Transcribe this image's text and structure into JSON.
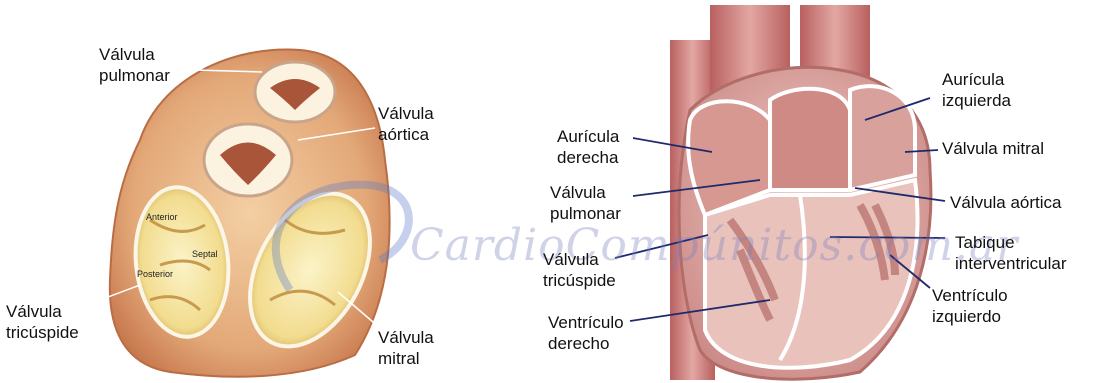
{
  "left_figure": {
    "labels": {
      "pulmonary": "Válvula\npulmonar",
      "aortic": "Válvula\naórtica",
      "tricuspid": "Válvula\ntricúspide",
      "mitral": "Válvula\nmitral"
    },
    "leaflets": {
      "anterior": "Anterior",
      "septal": "Septal",
      "posterior": "Posterior"
    }
  },
  "right_figure": {
    "labels": {
      "right_atrium": "Aurícula\nderecha",
      "pulmonary": "Válvula\npulmonar",
      "tricuspid": "Válvula\ntricúspide",
      "right_ventricle": "Ventrículo\nderecho",
      "left_atrium": "Aurícula\nizquierda",
      "mitral": "Válvula mitral",
      "aortic": "Válvula aórtica",
      "septum": "Tabique\ninterventricular",
      "left_ventricle": "Ventrículo\nizquierdo"
    }
  },
  "watermark": "CardioCompúnitos.com.ar",
  "colors": {
    "tissue_outer": "#d9926a",
    "tissue_inner": "#f0c9a0",
    "valve_yellow": "#f4e6a0",
    "heart_wall": "#c47a76",
    "heart_inner": "#e9b9b4"
  }
}
